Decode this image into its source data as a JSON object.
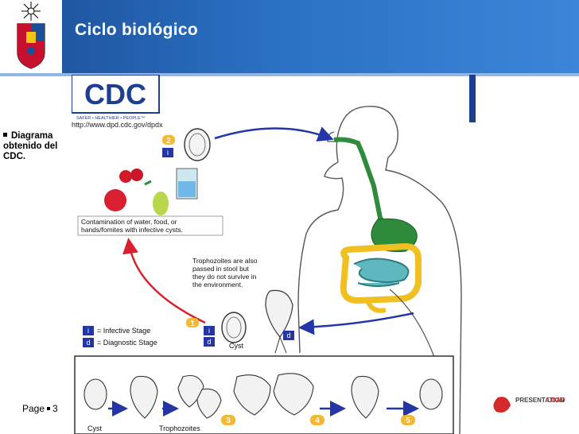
{
  "header": {
    "title": "Ciclo biológico"
  },
  "sidebar": {
    "bullet_text": "Diagrama obtenido del CDC."
  },
  "footer": {
    "page_label": "Page",
    "page_number": "3"
  },
  "diagram": {
    "logo_text": "CDC",
    "tagline": "SAFER • HEALTHIER • PEOPLE™",
    "url": "http://www.dpd.cdc.gov/dpdx",
    "contamination_line1": "Contamination of water, food, or",
    "contamination_line2": "hands/fomites with infective cysts.",
    "troph_line1": "Trophozoites are also",
    "troph_line2": "passed in stool but",
    "troph_line3": "they do not survive in",
    "troph_line4": "the environment.",
    "legend_infective": "= Infective Stage",
    "legend_diagnostic": "= Diagnostic Stage",
    "label_cyst_right": "Cyst",
    "label_cyst_bottom": "Cyst",
    "label_trophozoites": "Trophozoites",
    "step_numbers": [
      "1",
      "2",
      "3",
      "4",
      "5"
    ],
    "stage_i": "i",
    "stage_d": "d"
  },
  "brand": {
    "line1": "PRESENTATION",
    "line2": "LOAD"
  },
  "colors": {
    "header_blue": "#2a6fc2",
    "digestive_green": "#2e8b3c",
    "intestine_yellow": "#f0c020",
    "intestine_teal": "#5fb8c0",
    "arrow_blue": "#2436a6",
    "arrow_red": "#d82030",
    "step_orange": "#f4b833"
  }
}
